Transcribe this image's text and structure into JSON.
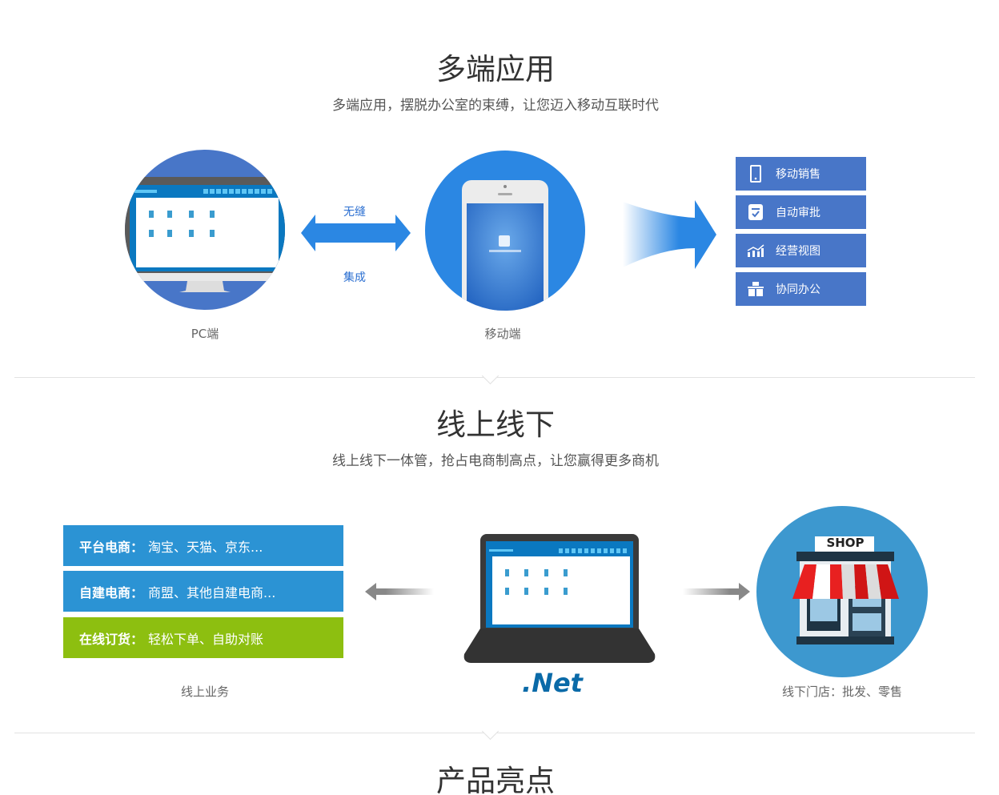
{
  "section1": {
    "title": "多端应用",
    "subtitle": "多端应用，摆脱办公室的束缚，让您迈入移动互联时代",
    "pc_label": "PC端",
    "mobile_label": "移动端",
    "arrow_top": "无缝",
    "arrow_bottom": "集成",
    "features": [
      {
        "label": "移动销售",
        "icon": "mobile-icon"
      },
      {
        "label": "自动审批",
        "icon": "approval-icon"
      },
      {
        "label": "经营视图",
        "icon": "chart-icon"
      },
      {
        "label": "协同办公",
        "icon": "office-icon"
      }
    ]
  },
  "section2": {
    "title": "线上线下",
    "subtitle": "线上线下一体管，抢占电商制高点，让您赢得更多商机",
    "online": [
      {
        "name": "平台电商：",
        "desc": "淘宝、天猫、京东...",
        "color": "#2b93d4"
      },
      {
        "name": "自建电商：",
        "desc": "商盟、其他自建电商...",
        "color": "#2b93d4"
      },
      {
        "name": "在线订货：",
        "desc": "轻松下单、自助对账",
        "color": "#8dbf10"
      }
    ],
    "online_label": "线上业务",
    "net_label": ".Net",
    "shop_sign": "SHOP",
    "offline_label": "线下门店：批发、零售"
  },
  "section3": {
    "title": "产品亮点"
  }
}
